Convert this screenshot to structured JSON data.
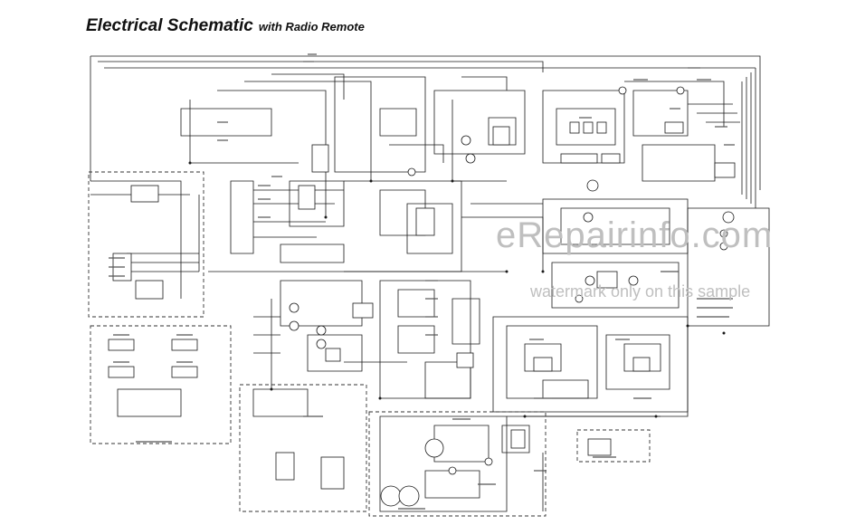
{
  "title": {
    "main": "Electrical Schematic",
    "sub": "with Radio Remote"
  },
  "watermark": {
    "site": "eRepairinfo.com",
    "note": "watermark only on this sample"
  },
  "colors": {
    "wire": "#1a1a1a",
    "dashed_box": "#333333",
    "watermark": "#bfbfbf"
  }
}
